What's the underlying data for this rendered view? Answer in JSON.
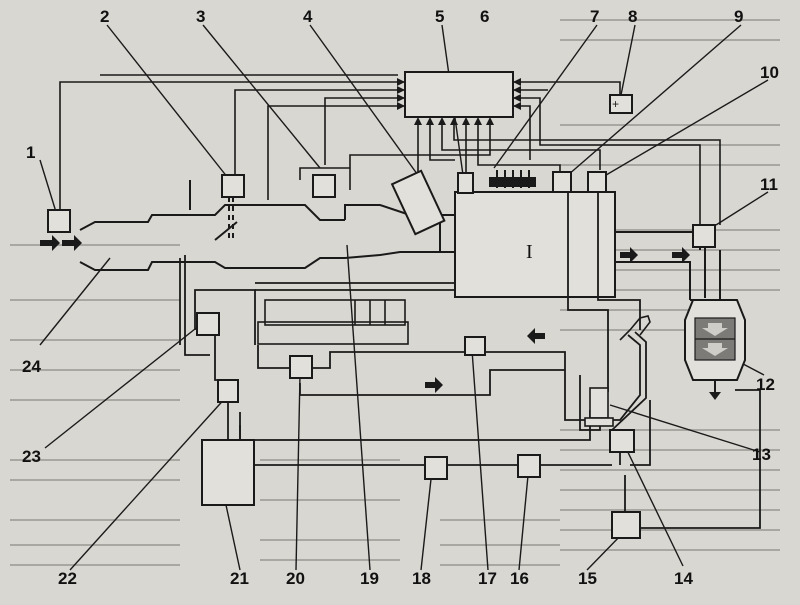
{
  "diagram": {
    "engine_label": "I",
    "battery_sign": "+",
    "callouts": [
      "1",
      "2",
      "3",
      "4",
      "5",
      "6",
      "7",
      "8",
      "9",
      "10",
      "11",
      "12",
      "13",
      "14",
      "15",
      "16",
      "17",
      "18",
      "19",
      "20",
      "21",
      "22",
      "23",
      "24"
    ]
  },
  "colors": {
    "paper": "#d9d7d2",
    "ink": "#1a1a1a",
    "background_text": "#9a9894"
  }
}
